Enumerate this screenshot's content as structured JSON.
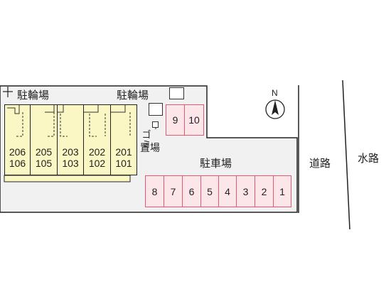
{
  "labels": {
    "bicycle_parking_left": "駐輪場",
    "bicycle_parking_right": "駐輪場",
    "garbage_area_line1": "ゴミ",
    "garbage_area_line2": "置場",
    "parking_lot": "駐車場",
    "road": "道路",
    "waterway": "水路",
    "compass_north": "N"
  },
  "units": [
    {
      "upper": "206",
      "lower": "106"
    },
    {
      "upper": "205",
      "lower": "105"
    },
    {
      "upper": "203",
      "lower": "103"
    },
    {
      "upper": "202",
      "lower": "102"
    },
    {
      "upper": "201",
      "lower": "101"
    }
  ],
  "parking_top": [
    "9",
    "10"
  ],
  "parking_bottom": [
    "8",
    "7",
    "6",
    "5",
    "4",
    "3",
    "2",
    "1"
  ],
  "colors": {
    "lot": "#f1f1f1",
    "building": "#fbf7c4",
    "parking_fill": "#fde6ea",
    "parking_border": "#e35a70"
  }
}
